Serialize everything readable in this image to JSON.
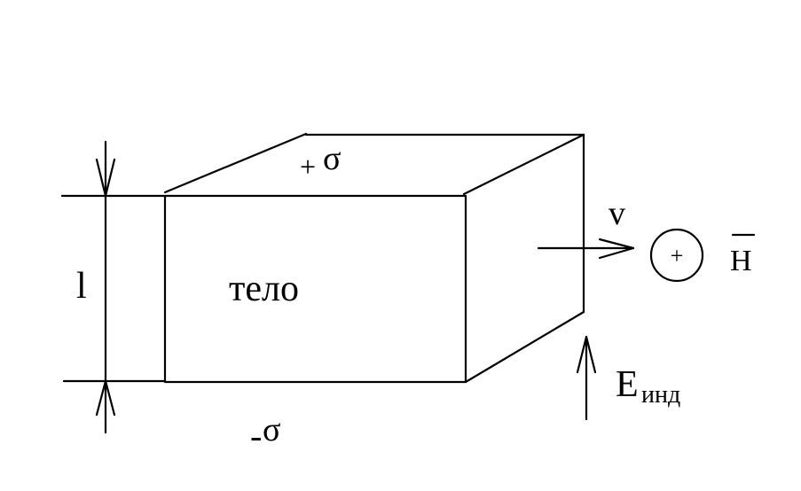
{
  "labels": {
    "body": "тело",
    "plus_sigma_sign": "+",
    "sigma": "σ",
    "minus_sigma_sign": "-",
    "length": "l",
    "velocity": "v",
    "plus_symbol": "+",
    "field": "H",
    "e_field_main": "E",
    "e_field_sub": "инд"
  },
  "colors": {
    "stroke": "#000000",
    "background": "#ffffff"
  }
}
